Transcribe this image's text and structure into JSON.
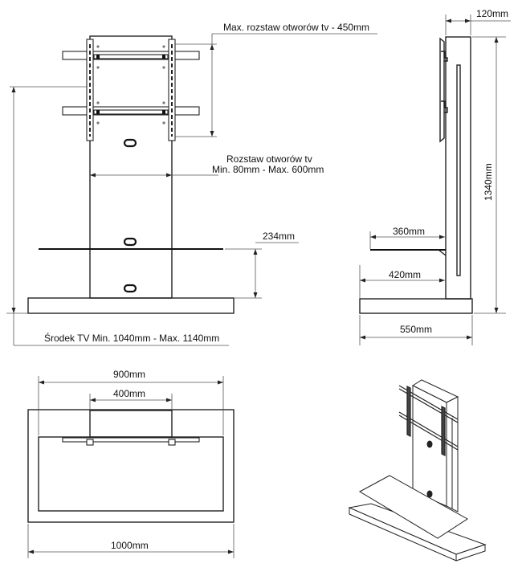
{
  "front_view": {
    "label_max_hole_spacing": "Max. rozstaw otworów tv - 450mm",
    "label_hole_spacing_title": "Rozstaw otworów tv",
    "label_hole_spacing_range": "Min. 80mm - Max. 600mm",
    "label_shelf_height": "234mm",
    "label_tv_center": "Środek TV Min. 1040mm - Max. 1140mm"
  },
  "side_view": {
    "label_column_depth": "120mm",
    "label_total_height": "1340mm",
    "label_shelf_depth": "360mm",
    "label_shelf_offset": "420mm",
    "label_base_depth": "550mm"
  },
  "top_view": {
    "label_shelf_width": "900mm",
    "label_column_width": "400mm",
    "label_base_width": "1000mm"
  },
  "iso_view": {
    "caption": ""
  },
  "colors": {
    "line": "#222222",
    "dimension": "#555555",
    "background": "#ffffff"
  }
}
